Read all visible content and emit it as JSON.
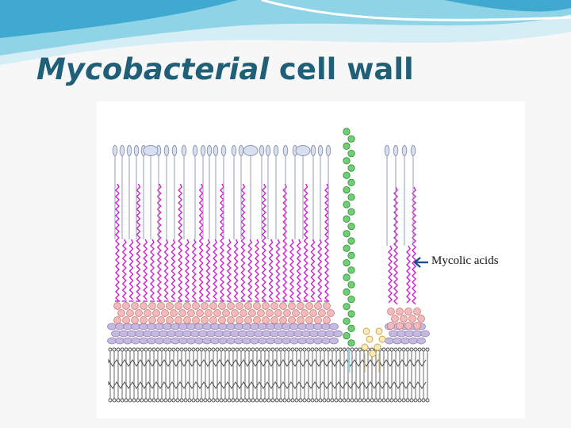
{
  "slide": {
    "title_italic": "Mycobacterial",
    "title_rest": " cell wall"
  },
  "diagram": {
    "labels": {
      "mycolic_acids": "Mycolic acids"
    },
    "colors": {
      "title": "#1f5f78",
      "wave_light": "#d5eef5",
      "wave_mid": "#8fd3e6",
      "wave_dark": "#3fa9cf",
      "lipid_head": "#d7e0f0",
      "lipid_stroke": "#8b93a8",
      "mycolic_chain": "#cc22cc",
      "arabinogalactan_bead": "#f4b9b9",
      "peptidoglycan_bead": "#c6b9e0",
      "membrane_stroke": "#444444",
      "arabinan_bead": "#6fcf72",
      "arabinan_stroke": "#2f8a3a",
      "lipomannan_bead": "#f8ecb8",
      "arrow": "#1f4e8f"
    },
    "icons": {
      "arrow": "arrow-left-icon"
    }
  }
}
